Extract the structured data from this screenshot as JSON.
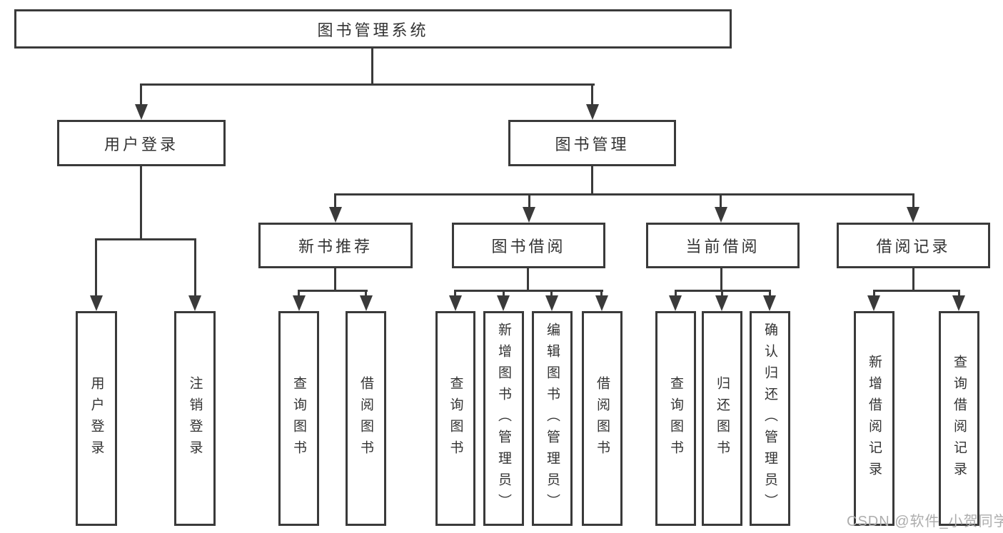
{
  "tree": {
    "label": "图书管理系统",
    "children": [
      {
        "label": "用户登录",
        "children": [
          {
            "label": "用户登录"
          },
          {
            "label": "注销登录"
          }
        ]
      },
      {
        "label": "图书管理",
        "children": [
          {
            "label": "新书推荐",
            "children": [
              {
                "label": "查询图书"
              },
              {
                "label": "借阅图书"
              }
            ]
          },
          {
            "label": "图书借阅",
            "children": [
              {
                "label": "查询图书"
              },
              {
                "label": "新增图书（管理员）"
              },
              {
                "label": "编辑图书（管理员）"
              },
              {
                "label": "借阅图书"
              }
            ]
          },
          {
            "label": "当前借阅",
            "children": [
              {
                "label": "查询图书"
              },
              {
                "label": "归还图书"
              },
              {
                "label": "确认归还（管理员）"
              }
            ]
          },
          {
            "label": "借阅记录",
            "children": [
              {
                "label": "新增借阅记录"
              },
              {
                "label": "查询借阅记录"
              }
            ]
          }
        ]
      }
    ]
  },
  "watermark": "CSDN @软件_小贺同学",
  "colors": {
    "line": "#3a3a3a",
    "text": "#333333",
    "watermark": "#adadad",
    "background": "#ffffff"
  }
}
